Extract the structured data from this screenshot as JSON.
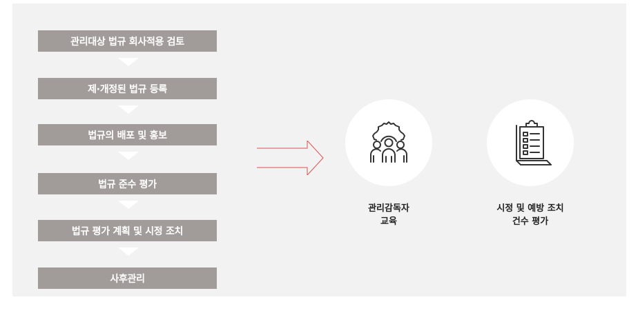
{
  "process_steps": [
    "관리대상 법규 회사적용 검토",
    "제·개정된 법규 등록",
    "법규의 배포 및 홍보",
    "법규 준수 평가",
    "법규 평가 계획 및 시정 조치",
    "사후관리"
  ],
  "kpis": [
    {
      "icon": "team-gear-icon",
      "label_lines": [
        "관리감독자",
        "교육"
      ]
    },
    {
      "icon": "clipboard-checklist-icon",
      "label_lines": [
        "시정 및 예방 조치",
        "건수 평가"
      ]
    }
  ],
  "colors": {
    "panel_bg": "#f2f2f2",
    "step_bg": "#a19c99",
    "arrow": "#d9534f",
    "icon_stroke": "#333333"
  }
}
